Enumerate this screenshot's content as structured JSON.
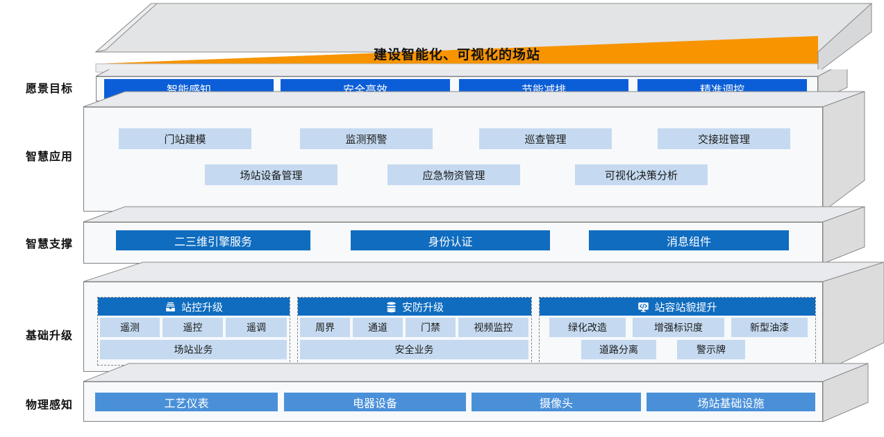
{
  "banner": {
    "title": "建设智能化、可视化的场站",
    "accent_color": "#F79400"
  },
  "palette": {
    "vision_blue": "#0B5ED7",
    "support_blue": "#0F6CBF",
    "physical_blue": "#4A90D9",
    "chip_light_blue": "#C5DAF0",
    "slab_face": "#F7F9FB",
    "slab_side": "#DCDCDC",
    "slab_top": "#E8EAED",
    "outline": "#7F7F7F"
  },
  "rows": {
    "vision": {
      "label": "愿景目标"
    },
    "application": {
      "label": "智慧应用"
    },
    "support": {
      "label": "智慧支撑"
    },
    "infrastructure": {
      "label": "基础升级"
    },
    "physical": {
      "label": "物理感知"
    }
  },
  "vision_items": [
    {
      "label": "智能感知"
    },
    {
      "label": "安全高效"
    },
    {
      "label": "节能减排"
    },
    {
      "label": "精准调控"
    }
  ],
  "application_items_row1": [
    {
      "label": "门站建模"
    },
    {
      "label": "监测预警"
    },
    {
      "label": "巡查管理"
    },
    {
      "label": "交接班管理"
    }
  ],
  "application_items_row2": [
    {
      "label": "场站设备管理"
    },
    {
      "label": "应急物资管理"
    },
    {
      "label": "可视化决策分析"
    }
  ],
  "support_items": [
    {
      "label": "二三维引擎服务"
    },
    {
      "label": "身份认证"
    },
    {
      "label": "消息组件"
    }
  ],
  "infrastructure_groups": [
    {
      "header": "站控升级",
      "icon": "inbox-stack-icon",
      "items": [
        "遥测",
        "遥控",
        "遥调"
      ],
      "footer": "场站业务"
    },
    {
      "header": "安防升级",
      "icon": "database-stack-icon",
      "items": [
        "周界",
        "通道",
        "门禁",
        "视频监控"
      ],
      "footer": "安全业务"
    },
    {
      "header": "站容站貌提升",
      "icon": "code-monitor-icon",
      "items": [
        "绿化改造",
        "增强标识度",
        "新型油漆"
      ],
      "items_row2": [
        "道路分离",
        "警示牌"
      ]
    }
  ],
  "physical_items": [
    {
      "label": "工艺仪表"
    },
    {
      "label": "电器设备"
    },
    {
      "label": "摄像头"
    },
    {
      "label": "场站基础设施"
    }
  ]
}
